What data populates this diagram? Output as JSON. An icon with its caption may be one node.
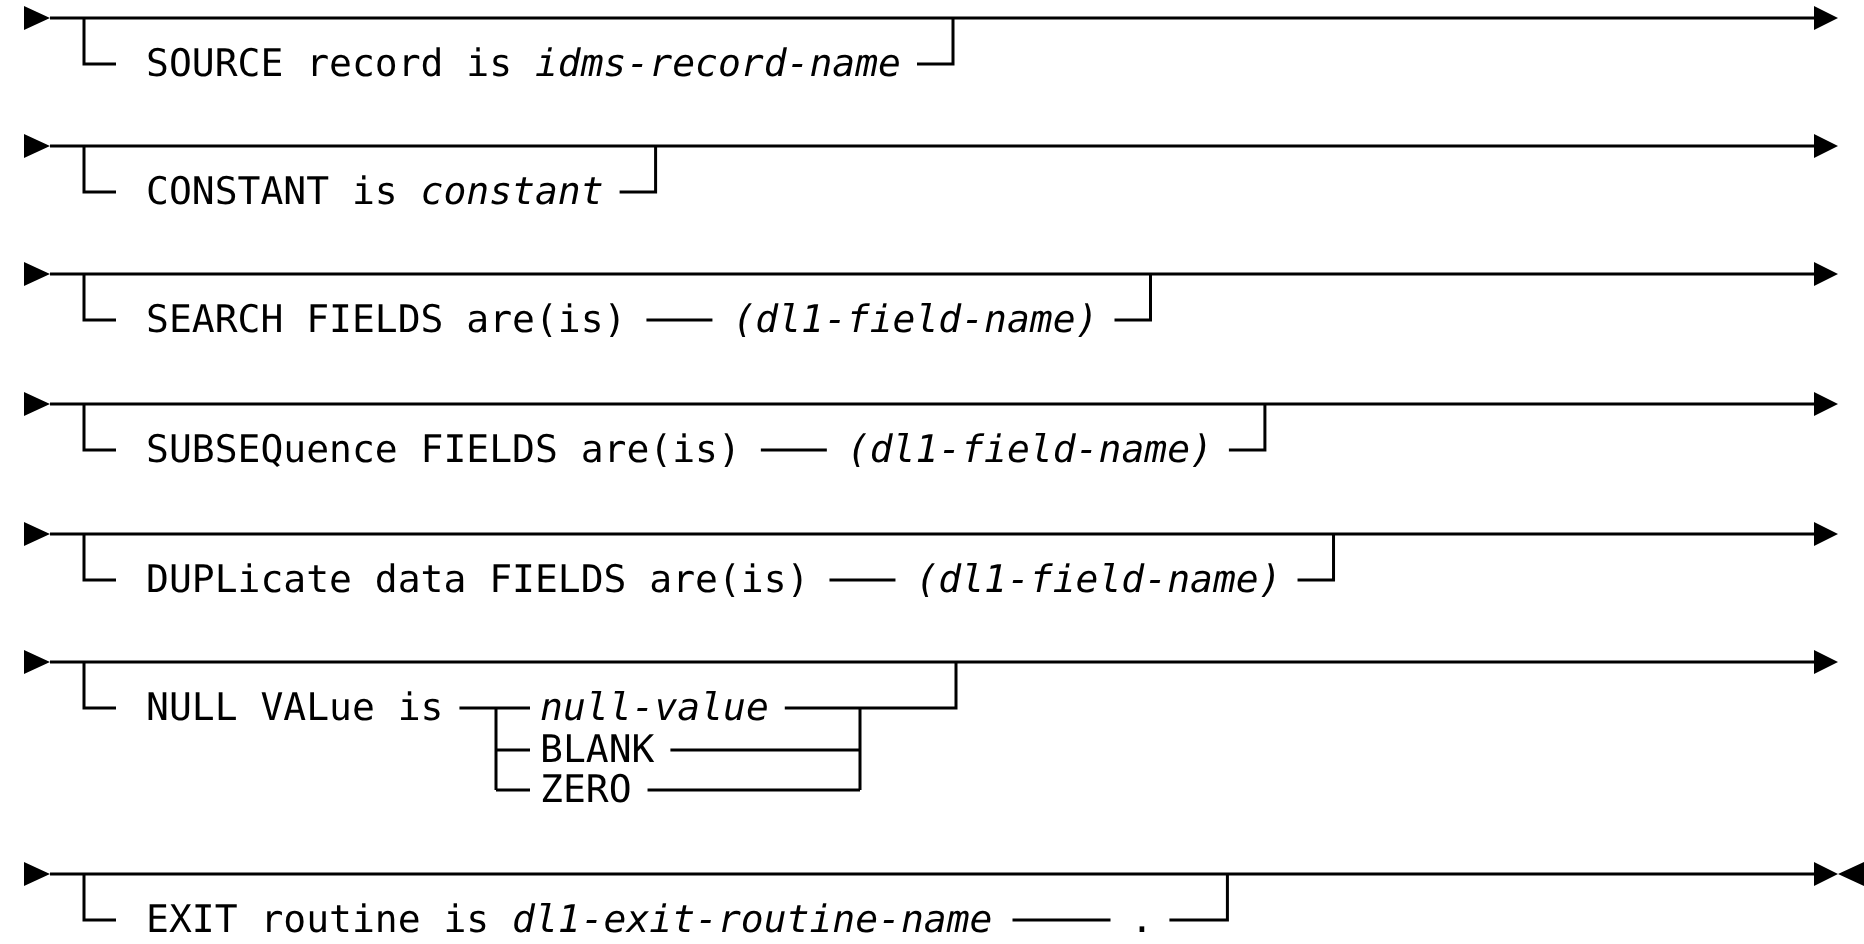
{
  "diagram": {
    "labels": [
      "SOURCE record is *idms-record-name*",
      "CONSTANT is *constant*",
      "SEARCH FIELDS are(is)",
      "(dl1-field-name)",
      "SUBSEQuence FIELDS are(is)",
      "(dl1-field-name)",
      "DUPLicate data FIELDS are(is)",
      "(dl1-field-name)",
      "NULL VALue is",
      "null-value",
      "BLANK",
      "ZERO",
      "EXIT routine is *dl1-exit-routine-name*",
      "."
    ]
  }
}
